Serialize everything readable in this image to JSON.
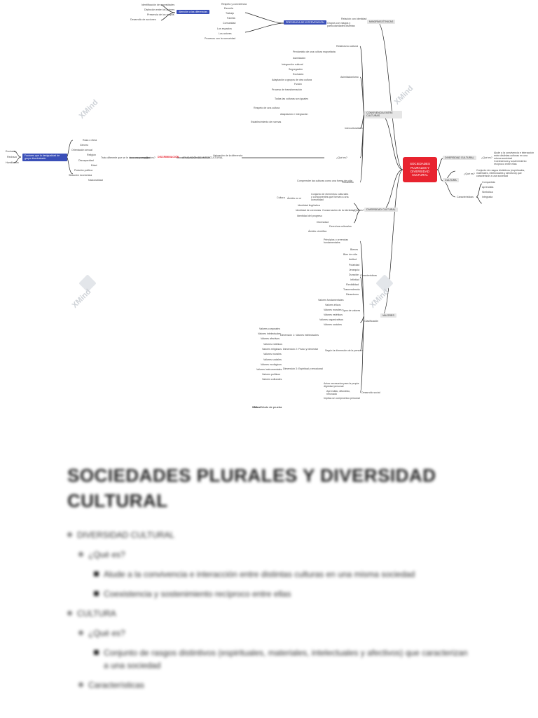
{
  "diagram": {
    "root": "SOCIEDADES PLURALES Y DIVERSIDAD CULTURAL",
    "branches": {
      "diversidad": {
        "label": "DIVERSIDAD CULTURAL",
        "q": "¿Qué es?",
        "items": [
          "Alude a la convivencia e interacción entre distintas culturas en una misma sociedad",
          "Coexistencia y sostenimiento recíproco entre ellas"
        ]
      },
      "cultura": {
        "label": "CULTURA",
        "q": "¿Qué es?",
        "def": "Conjunto de rasgos distintivos (espirituales, materiales, intelectuales y afectivos) que caracterizan a una sociedad",
        "car": "Características",
        "cars": [
          "Compartida",
          "Aprendida",
          "Simbólica",
          "Integrada"
        ]
      },
      "minorias": {
        "label": "MINORÍAS ÉTNICAS",
        "items": [
          "Relación con identidad",
          "Grupos con rasgos y particularidades distintas"
        ]
      },
      "convivencia": {
        "label": "CONVIVENCIA ENTRE CULTURAS",
        "sub": [
          "Relativismo cultural",
          "Asimilacionismo",
          "Interculturalismo",
          "¿Qué es?",
          "Pluralismo"
        ],
        "left": [
          "Predominio de una cultura mayoritaria",
          "Asimilación",
          "Segregación",
          "Exclusión",
          "Integración cultural",
          "Adaptación a grupos de otra cultura",
          "Fusión",
          "Proceso de transformación",
          "Todas las culturas son iguales",
          "Respeto de una cultura",
          "Establecimiento de normas",
          "Adaptación e integración"
        ]
      },
      "diversidadc": {
        "label": "DIVERSIDAD CULTURAL",
        "q": "¿Qué es?",
        "items": [
          "Conjunto de elementos culturales y componentes que forman a una comunidad",
          "Identidad lingüística",
          "Identidad de creencias",
          "Identidad del progreso",
          "Conservación de la identidad",
          "Diversidad",
          "Derechos culturales",
          "Ámbito científico",
          "Cultura",
          "Ámbito en sí"
        ]
      },
      "valores": {
        "label": "VALORES",
        "groups": [
          "Principios o creencias fundamentales",
          "Características",
          "Clasificación",
          "Tipos de valores",
          "Según la dimensión de la persona",
          "Desarrollo social"
        ],
        "chars": [
          "Bienes",
          "Bien de vida",
          "Actitud",
          "Polaridad",
          "Jerarquía",
          "Duración",
          "Infinitud",
          "Flexibilidad",
          "Trascendencia",
          "Dinamismo"
        ],
        "tipos": [
          "Valores fundamentales",
          "Valores éticos",
          "Valores morales",
          "Valores estéticos",
          "Valores organizativos",
          "Valores sociales"
        ],
        "dims": [
          "Dimensión 1: Valores intelectuales",
          "Dimensión 2: Físico y bienestar",
          "Dimensión 3: Espiritual y emocional"
        ],
        "dimItems": [
          "Valores corporales",
          "Valores intelectuales",
          "Valores afectivos",
          "Valores estéticos",
          "Valores religiosos",
          "Valores morales",
          "Valores sociales",
          "Valores ecológicos",
          "Valores instrumentales",
          "Valores políticos",
          "Valores culturales"
        ],
        "social": [
          "Actos necesarios para la propia dignidad personal",
          "Aprendido, difundido, renovado",
          "Implica un compromiso personal"
        ]
      }
    },
    "left_side": {
      "discrim": "DISCRIMINACIÓN",
      "aplica": "APLICACIÓN DE INTERCULTURAL",
      "q": "¿Qué es?",
      "def": "Trato diferente que se le da a una persona",
      "factores": "Factores que la desigualdad de grupo discriminado",
      "f_items": [
        "Raza o etnia",
        "Género",
        "Orientación sexual",
        "Religión",
        "Discapacidad",
        "Edad",
        "Posición política",
        "Situación económica",
        "Nacionalidad"
      ],
      "far_left": [
        "Exclusión",
        "Rechazo",
        "Humillación"
      ],
      "valoracion": "Valoración de la diferencia",
      "nota": "Comprender las culturas como una forma de vida",
      "top_blue": "Atención a las diferencias",
      "presencia": "PRESENCIA DE INTERVENCIÓN",
      "top_items": [
        "Identificación de necesidades",
        "Distinción entre los actores",
        "Presencia de los grupos",
        "Desarrollo de acciones"
      ],
      "top_right": [
        "Respeto y convivencia",
        "Escuela",
        "Trabajo",
        "Familia",
        "Comunidad",
        "Los espacios",
        "Los actores",
        "Procesos con la comunidad"
      ]
    },
    "watermark": {
      "text": "XMind",
      "sub": "Modo de prueba"
    },
    "footer": {
      "brand": "XMind",
      "text": "Modo de prueba"
    }
  },
  "document": {
    "title": "SOCIEDADES PLURALES Y DIVERSIDAD CULTURAL",
    "outline": [
      {
        "level": 1,
        "text": "DIVERSIDAD CULTURAL"
      },
      {
        "level": 2,
        "text": "¿Qué es?"
      },
      {
        "level": 3,
        "text": "Alude a la convivencia e interacción entre distintas culturas en una misma sociedad"
      },
      {
        "level": 3,
        "text": "Coexistencia y sostenimiento recíproco entre ellas"
      },
      {
        "level": 1,
        "text": "CULTURA"
      },
      {
        "level": 2,
        "text": "¿Qué es?"
      },
      {
        "level": 3,
        "text": "Conjunto de rasgos distintivos (espirituales, materiales, intelectuales y afectivos) que caracterizan a una sociedad"
      },
      {
        "level": 2,
        "text": "Características"
      }
    ]
  },
  "colors": {
    "root": "#e8232f",
    "accent_blue": "#3a4fb8",
    "node_bg": "#e6e6e6"
  }
}
